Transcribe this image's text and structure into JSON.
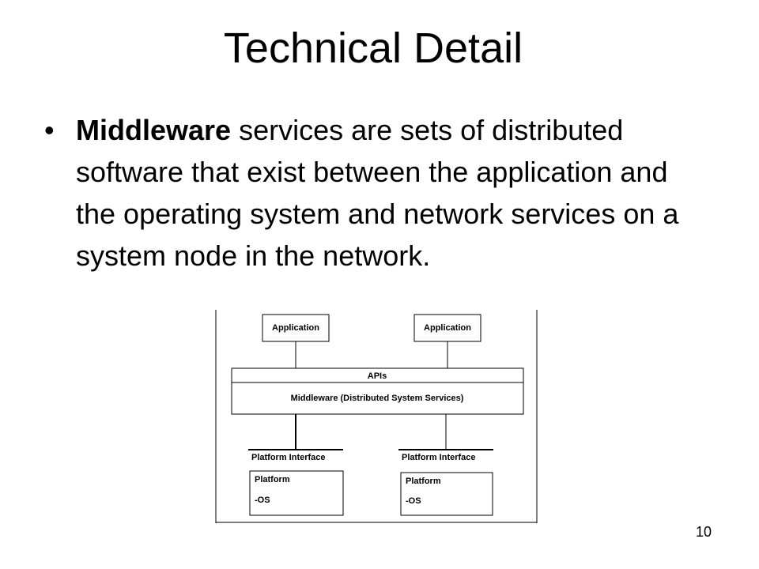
{
  "slide": {
    "title": "Technical Detail",
    "bullet": {
      "glyph": "•",
      "bold_term": "Middleware",
      "rest": " services are sets of distributed software that exist between the application and the operating system and network services on a system node in the network."
    },
    "page_number": "10"
  },
  "diagram": {
    "application_left": "Application",
    "application_right": "Application",
    "apis_label": "APIs",
    "middleware_label": "Middleware (Distributed System Services)",
    "platform_interface_left": "Platform Interface",
    "platform_interface_right": "Platform Interface",
    "platform_left": {
      "name": "Platform",
      "os": "-OS"
    },
    "platform_right": {
      "name": "Platform",
      "os": "-OS"
    }
  }
}
